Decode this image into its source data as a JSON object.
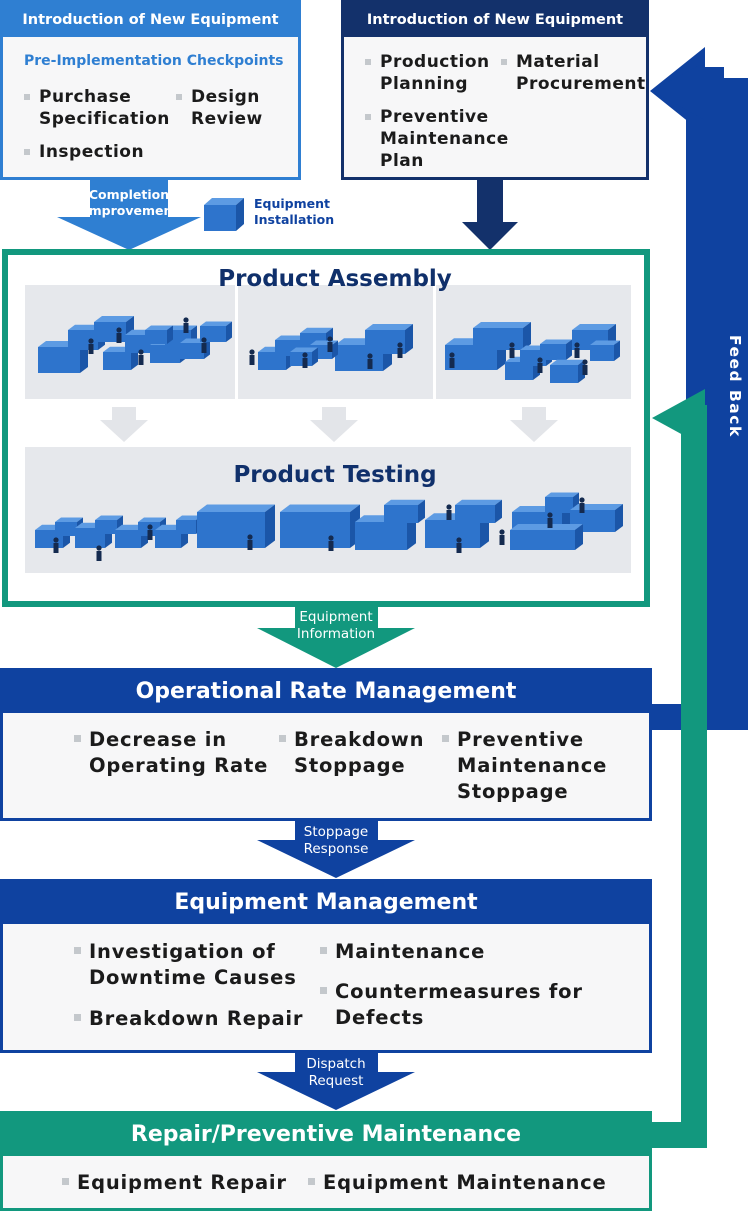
{
  "top_left": {
    "header": "Introduction of New Equipment",
    "subtitle": "Pre-Implementation Checkpoints",
    "items": [
      "Purchase Specification",
      "Design Review",
      "Inspection"
    ]
  },
  "top_right": {
    "header": "Introduction of New Equipment",
    "items": [
      "Production Planning",
      "Material Procurement",
      "Preventive Maintenance Plan"
    ]
  },
  "arrow_completion": "Completion Improvement",
  "equipment_installation": "Equipment Installation",
  "product_assembly": "Product Assembly",
  "product_testing": "Product Testing",
  "arrow_equipment_info": "Equipment Information",
  "feedback": "Feed Back",
  "operational": {
    "header": "Operational Rate Management",
    "items": [
      "Decrease in Operating Rate",
      "Breakdown Stoppage",
      "Preventive Maintenance Stoppage"
    ]
  },
  "arrow_stoppage": "Stoppage Response",
  "equipment_mgmt": {
    "header": "Equipment Management",
    "items": [
      "Investigation of Downtime Causes",
      "Breakdown Repair",
      "Maintenance",
      "Countermeasures for Defects"
    ]
  },
  "arrow_dispatch": "Dispatch Request",
  "repair": {
    "header": "Repair/Preventive Maintenance",
    "items": [
      "Equipment Repair",
      "Equipment Maintenance"
    ]
  },
  "colors": {
    "light_blue": "#2f7fd2",
    "navy": "#13316b",
    "royal_blue": "#0f42a0",
    "teal": "#12987e",
    "box_fill": "#f7f7f8",
    "panel_grey": "#e6e8ec",
    "cube_blue": "#2e74cc"
  }
}
